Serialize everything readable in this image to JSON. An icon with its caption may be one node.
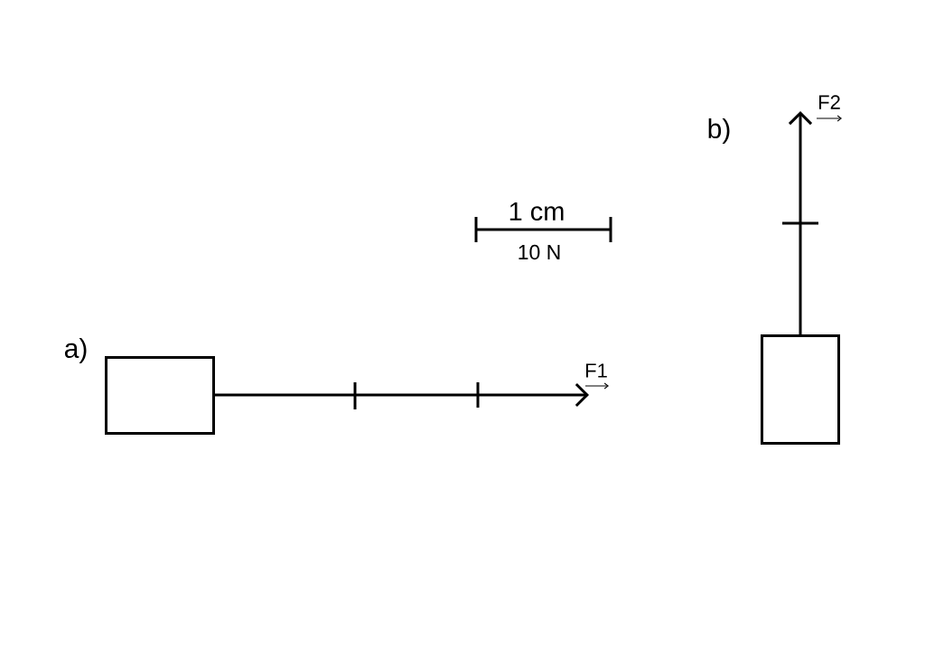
{
  "diagram": {
    "nodes": [
      {
        "text": [],
        "shape": "box"
      },
      {
        "text": [],
        "shape": "box"
      }
    ],
    "labels": [
      "b)",
      "F2",
      "1 cm",
      "10 N",
      "a)",
      "F1"
    ]
  }
}
